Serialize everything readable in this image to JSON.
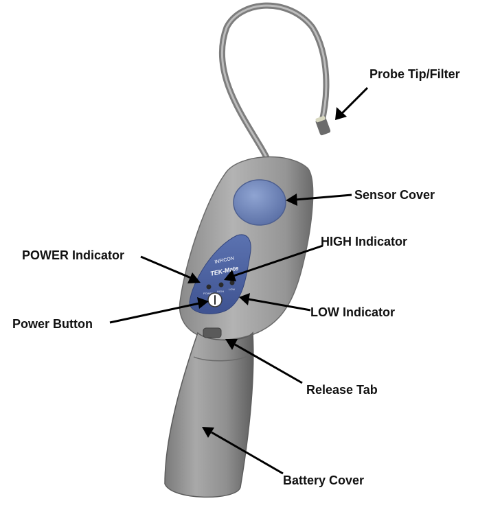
{
  "diagram": {
    "brand_logo_text": "INFICON",
    "model_text": "TEK-Mate",
    "led_labels": [
      "POWER",
      "HIGH",
      "LOW"
    ],
    "labels": {
      "probe_tip": "Probe Tip/Filter",
      "sensor_cover": "Sensor Cover",
      "high_indicator": "HIGH Indicator",
      "power_indicator": "POWER Indicator",
      "low_indicator": "LOW Indicator",
      "power_button": "Power Button",
      "release_tab": "Release Tab",
      "battery_cover": "Battery Cover"
    },
    "colors": {
      "body_gray": "#9a9a9a",
      "body_dark": "#6e6e6e",
      "sensor_blue": "#6f86b8",
      "panel_blue": "#4d63a0",
      "arrow": "#000000"
    }
  }
}
